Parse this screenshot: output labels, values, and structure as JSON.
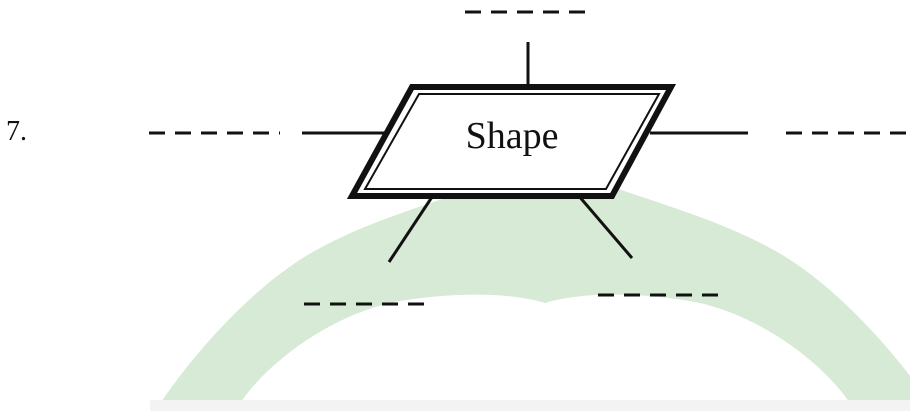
{
  "question": {
    "number": "7."
  },
  "diagram": {
    "center_label": "Shape",
    "colors": {
      "stroke": "#111111",
      "watermark": "#d7ead5",
      "watermark_inner": "#f3f3f3"
    },
    "nodes": [
      {
        "id": "top"
      },
      {
        "id": "left"
      },
      {
        "id": "right"
      },
      {
        "id": "bottom-left"
      },
      {
        "id": "bottom-right"
      }
    ]
  }
}
